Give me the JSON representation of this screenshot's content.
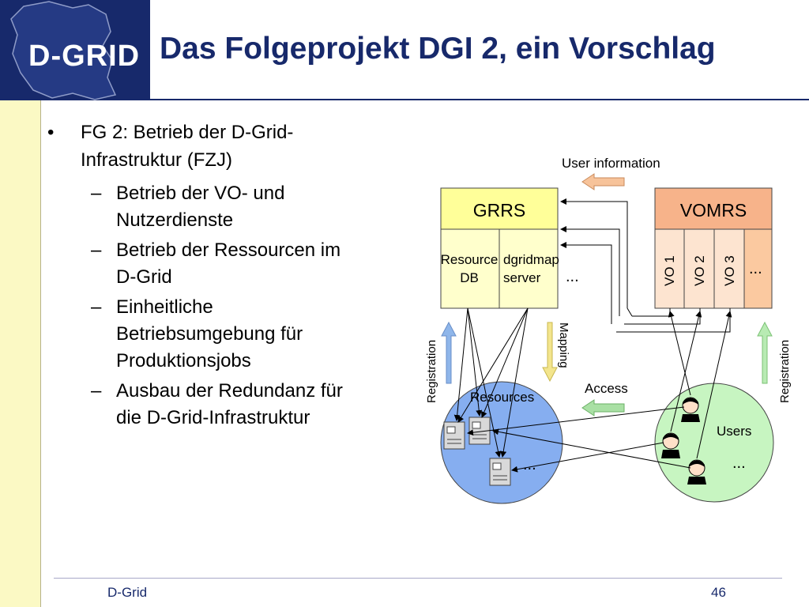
{
  "header": {
    "logo_text": "D-GRID",
    "title": "Das Folgeprojekt  DGI 2, ein Vorschlag"
  },
  "bullets": {
    "main": {
      "line1": "FG 2: Betrieb der D-Grid-",
      "line2": "Infrastruktur (FZJ)"
    },
    "sub": [
      {
        "lines": [
          "Betrieb der VO- und",
          "Nutzerdienste"
        ]
      },
      {
        "lines": [
          "Betrieb der Ressourcen im",
          "D-Grid"
        ]
      },
      {
        "lines": [
          "Einheitliche",
          "Betriebsumgebung für",
          "Produktionsjobs"
        ]
      },
      {
        "lines": [
          "Ausbau der Redundanz für",
          "die D-Grid-Infrastruktur"
        ]
      }
    ]
  },
  "diagram": {
    "user_information": "User information",
    "grrs": "GRRS",
    "resource_db_line1": "Resource",
    "resource_db_line2": "DB",
    "dgridmap_line1": "dgridmap",
    "dgridmap_line2": "server",
    "grrs_ellipsis": "...",
    "vomrs": "VOMRS",
    "vo1": "VO 1",
    "vo2": "VO 2",
    "vo3": "VO 3",
    "vo_ellipsis": "...",
    "registration_left": "Registration",
    "registration_right": "Registration",
    "mapping": "Mapping",
    "access": "Access",
    "resources": "Resources",
    "resources_ellipsis": "...",
    "users": "Users",
    "users_ellipsis": "..."
  },
  "colors": {
    "title": "#17296b",
    "grrs_header": "#ffff99",
    "grrs_body": "#ffffcc",
    "vomrs_header": "#f7b38a",
    "vomrs_body": "#fde4d0",
    "resources_circle": "#86aef0",
    "users_circle": "#c7f5c1"
  },
  "footer": {
    "left": "D-Grid",
    "page_number": "46"
  }
}
